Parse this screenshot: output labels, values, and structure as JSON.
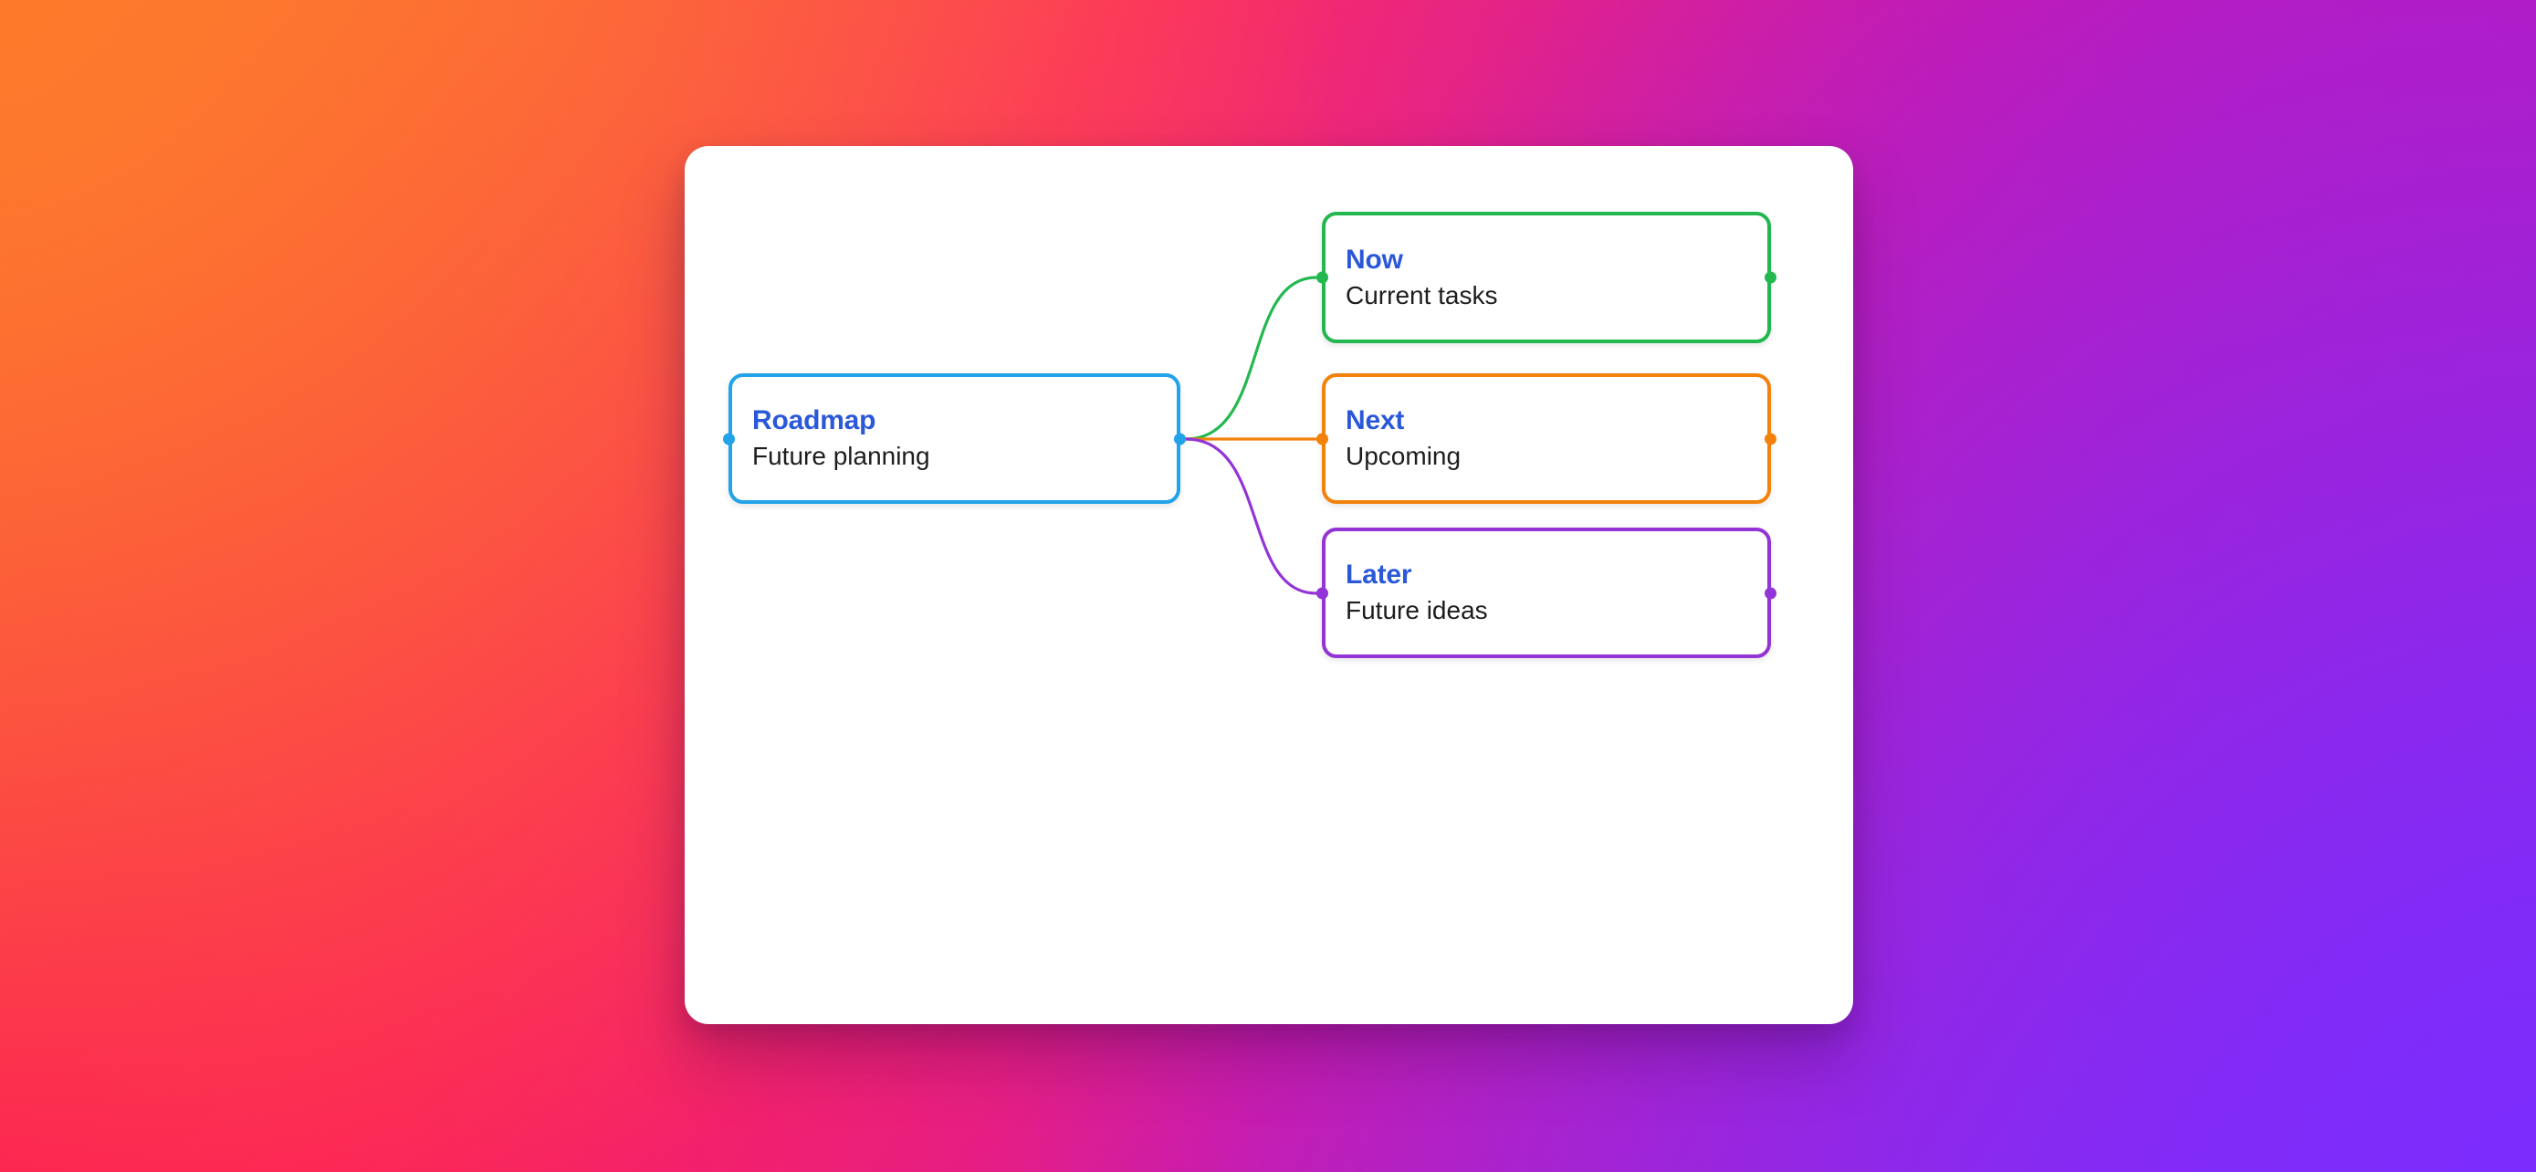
{
  "canvas": {
    "background_gradient": {
      "top_left": "#FD7A2B",
      "top_right": "#C018B8",
      "bottom_left": "#FC1B57",
      "bottom_right": "#7C2CFC"
    },
    "card_background": "#FFFFFF"
  },
  "diagram": {
    "type": "mind-map",
    "title_color": "#2B58D8",
    "subtitle_color": "#1D1D1F",
    "root": "roadmap",
    "nodes": [
      {
        "id": "roadmap",
        "title": "Roadmap",
        "subtitle": "Future planning",
        "color": "#22A2E8",
        "role": "root"
      },
      {
        "id": "now",
        "title": "Now",
        "subtitle": "Current tasks",
        "color": "#23B84F",
        "role": "branch"
      },
      {
        "id": "next",
        "title": "Next",
        "subtitle": "Upcoming",
        "color": "#F2820C",
        "role": "branch"
      },
      {
        "id": "later",
        "title": "Later",
        "subtitle": "Future ideas",
        "color": "#9334D6",
        "role": "branch"
      }
    ],
    "edges": [
      {
        "id": "roadmap-now",
        "from": "roadmap",
        "to": "now",
        "color": "#23B84F"
      },
      {
        "id": "roadmap-next",
        "from": "roadmap",
        "to": "next",
        "color": "#F2820C"
      },
      {
        "id": "roadmap-later",
        "from": "roadmap",
        "to": "later",
        "color": "#9334D6"
      }
    ]
  }
}
